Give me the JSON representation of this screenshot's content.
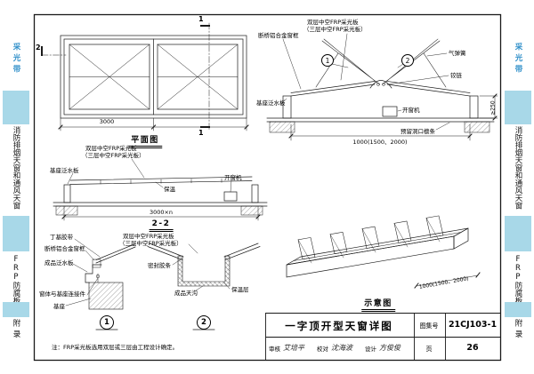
{
  "colors": {
    "tab_band": "#a8d8e8",
    "tab_highlight_text": "#2f8fc9"
  },
  "tabs": {
    "caiguangdai": "采光带",
    "xiaofang": "消防排烟天窗和通风天窗",
    "frp": "FRP防腐板",
    "fulu": "附录"
  },
  "titleblock": {
    "sheet_title": "一字顶开型天窗详图",
    "atlas_label": "图集号",
    "atlas_number": "21CJ103-1",
    "page_label": "页",
    "page_number": "26",
    "reviewer_label": "审核",
    "reviewer_name": "艾培平",
    "checker_label": "校对",
    "checker_name": "沈海波",
    "designer_label": "设计",
    "designer_name": "方俊俊"
  },
  "note": "注：FRP采光板选用双层或三层由工程设计确定。",
  "plan": {
    "caption": "平面图",
    "dim": "3000",
    "sec_mark_1": "1",
    "sec_mark_2": "2"
  },
  "main_section": {
    "lbl_broken_bridge_frame": "断桥铝合金窗框",
    "lbl_panel_line1": "双层中空FRP采光板",
    "lbl_panel_line2": "（三层中空FRP采光板）",
    "lbl_gas_spring": "气弹簧",
    "lbl_hinge": "铰链",
    "lbl_base_flashing": "基座泛水板",
    "lbl_window_opener": "开窗机",
    "lbl_purlin": "预留洞口檩条",
    "dim_opening": "1000(1500、2000)",
    "dim_height": "≥250",
    "callout_1": "1",
    "callout_2": "2"
  },
  "section_2_2": {
    "caption": "2-2",
    "lbl_panel_line1": "双层中空FRP采光板",
    "lbl_panel_line2": "（三层中空FRP采光板）",
    "lbl_base_flashing": "基座泛水板",
    "lbl_insulation": "保温",
    "lbl_window_opener": "开窗机",
    "dim": "3000×n"
  },
  "detail_1": {
    "number": "1",
    "lbl_butyl_tape": "丁基胶带",
    "lbl_frame": "断桥铝合金窗框",
    "lbl_flashing": "成品泛水板",
    "lbl_connector": "窗体与基座连接件",
    "lbl_base": "基座"
  },
  "detail_2": {
    "number": "2",
    "lbl_panel_line1": "双层中空FRP采光板",
    "lbl_panel_line2": "（三层中空FRP采光板）",
    "lbl_seal_strip": "密封胶条",
    "lbl_gutter": "成品天沟",
    "lbl_insulation": "保温层"
  },
  "axon": {
    "caption": "示意图",
    "dim": "1000(1500、2000)"
  }
}
